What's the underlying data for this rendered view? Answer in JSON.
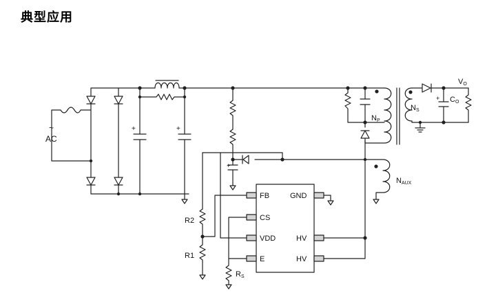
{
  "heading": "典型应用",
  "colors": {
    "wire": "#202020",
    "pin_fill": "#d4d4d4",
    "background": "#ffffff"
  },
  "source": {
    "tilde": "~",
    "label": "AC"
  },
  "ic": {
    "left_pins": [
      "FB",
      "CS",
      "VDD",
      "E"
    ],
    "right_pins": [
      "GND",
      "HV",
      "HV"
    ]
  },
  "components": {
    "r2": "R2",
    "r1": "R1",
    "rs": {
      "base": "R",
      "sub": "S"
    },
    "np": {
      "base": "N",
      "sub": "P"
    },
    "ns": {
      "base": "N",
      "sub": "S"
    },
    "naux": {
      "base": "N",
      "sub": "AUX"
    },
    "co": {
      "base": "C",
      "sub": "O"
    },
    "vo": {
      "base": "V",
      "sub": "O"
    },
    "plus": "+"
  }
}
